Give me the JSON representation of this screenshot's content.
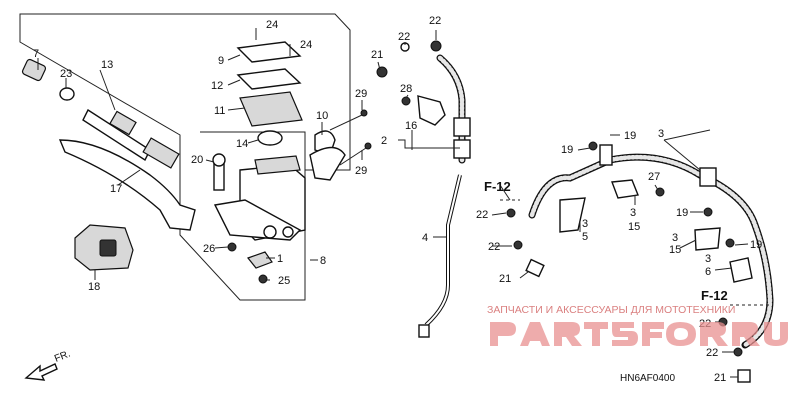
{
  "diagram": {
    "callouts": [
      "1",
      "2",
      "3",
      "4",
      "5",
      "6",
      "7",
      "8",
      "9",
      "10",
      "11",
      "12",
      "13",
      "14",
      "15",
      "16",
      "17",
      "18",
      "19",
      "20",
      "21",
      "22",
      "23",
      "24",
      "25",
      "26",
      "27",
      "28",
      "29"
    ],
    "refs": {
      "f12_top": "F-12",
      "f12_bottom": "F-12"
    },
    "direction_label": "FR.",
    "diagram_code": "HN6AF0400"
  },
  "watermark": {
    "caption": "ЗАПЧАСТИ И АКСЕССУАРЫ ДЛЯ МОТОТЕХНИКИ",
    "brand": "PARTSFORRU"
  },
  "colors": {
    "watermark": "#d46a6a",
    "line": "#111111",
    "background": "#ffffff"
  }
}
